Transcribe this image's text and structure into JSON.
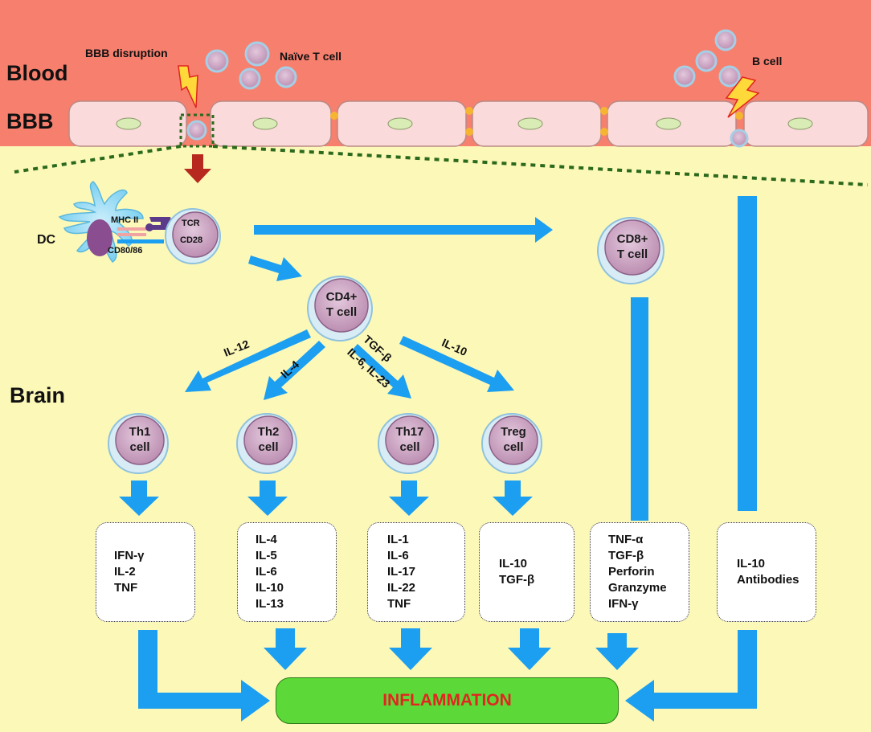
{
  "regions": {
    "blood": "Blood",
    "bbb": "BBB",
    "brain": "Brain"
  },
  "labels": {
    "bbb_disruption": "BBB disruption",
    "naive_t_cell": "Naïve T cell",
    "b_cell": "B cell",
    "dc": "DC",
    "mhc2": "MHC II",
    "tcr": "TCR",
    "cd28": "CD28",
    "cd80_86": "CD80/86"
  },
  "cells": {
    "cd8": [
      "CD8+",
      "T cell"
    ],
    "cd4": [
      "CD4+",
      "T cell"
    ],
    "th1": [
      "Th1",
      "cell"
    ],
    "th2": [
      "Th2",
      "cell"
    ],
    "th17": [
      "Th17",
      "cell"
    ],
    "treg": [
      "Treg",
      "cell"
    ]
  },
  "arrow_labels": {
    "il12": "IL-12",
    "il4": "IL-4",
    "tgfb": "TGF-β",
    "il6_il23": "IL-6, IL-23",
    "il10": "IL-10"
  },
  "boxes": {
    "th1": [
      "IFN-γ",
      "IL-2",
      "TNF"
    ],
    "th2": [
      "IL-4",
      "IL-5",
      "IL-6",
      "IL-10",
      "IL-13"
    ],
    "th17": [
      "IL-1",
      "IL-6",
      "IL-17",
      "IL-22",
      "TNF"
    ],
    "treg": [
      "IL-10",
      "TGF-β"
    ],
    "cd8": [
      "TNF-α",
      "TGF-β",
      "Perforin",
      "Granzyme",
      "IFN-γ"
    ],
    "bcell": [
      "IL-10",
      "Antibodies"
    ]
  },
  "outcome": "INFLAMMATION",
  "colors": {
    "blood": "#f77f6e",
    "brain": "#fcf8b8",
    "endothelium": "#fadada",
    "arrow": "#1c9ff0",
    "disruption_arrow": "#b7281e",
    "dotted_line": "#2b6a1c",
    "cell_fill": "#cfa3c5",
    "inflammation_fill": "#5cd938",
    "inflammation_text": "#e0261f"
  }
}
